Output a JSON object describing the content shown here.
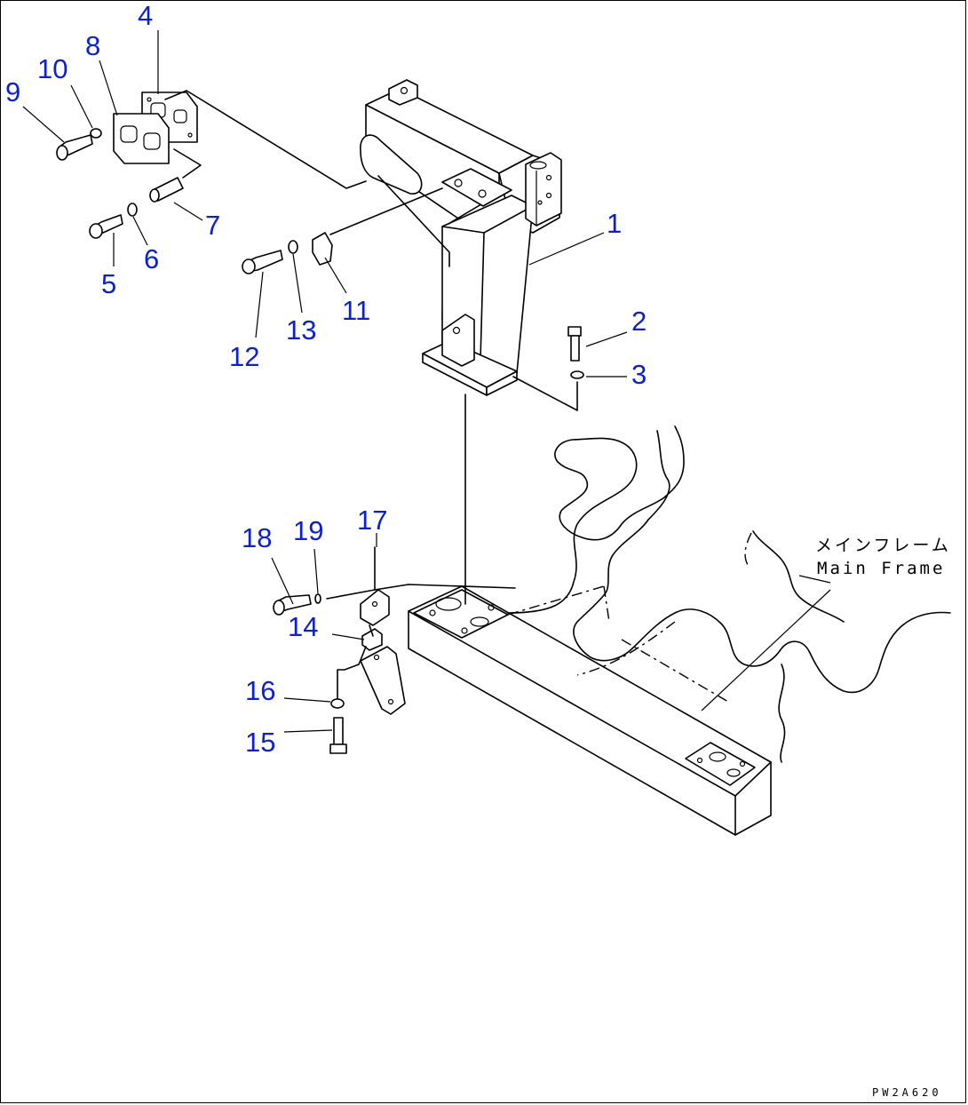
{
  "callouts": [
    {
      "id": "1",
      "text": "1"
    },
    {
      "id": "2",
      "text": "2"
    },
    {
      "id": "3",
      "text": "3"
    },
    {
      "id": "4",
      "text": "4"
    },
    {
      "id": "5",
      "text": "5"
    },
    {
      "id": "6",
      "text": "6"
    },
    {
      "id": "7",
      "text": "7"
    },
    {
      "id": "8",
      "text": "8"
    },
    {
      "id": "9",
      "text": "9"
    },
    {
      "id": "10",
      "text": "10"
    },
    {
      "id": "11",
      "text": "11"
    },
    {
      "id": "12",
      "text": "12"
    },
    {
      "id": "13",
      "text": "13"
    },
    {
      "id": "14",
      "text": "14"
    },
    {
      "id": "15",
      "text": "15"
    },
    {
      "id": "16",
      "text": "16"
    },
    {
      "id": "17",
      "text": "17"
    },
    {
      "id": "18",
      "text": "18"
    },
    {
      "id": "19",
      "text": "19"
    }
  ],
  "annotation": {
    "japanese": "メインフレーム",
    "english": "Main Frame"
  },
  "drawing_code": "PW2A620",
  "colors": {
    "callout": "#0b1fd6",
    "linework": "#000000",
    "background": "#ffffff"
  }
}
